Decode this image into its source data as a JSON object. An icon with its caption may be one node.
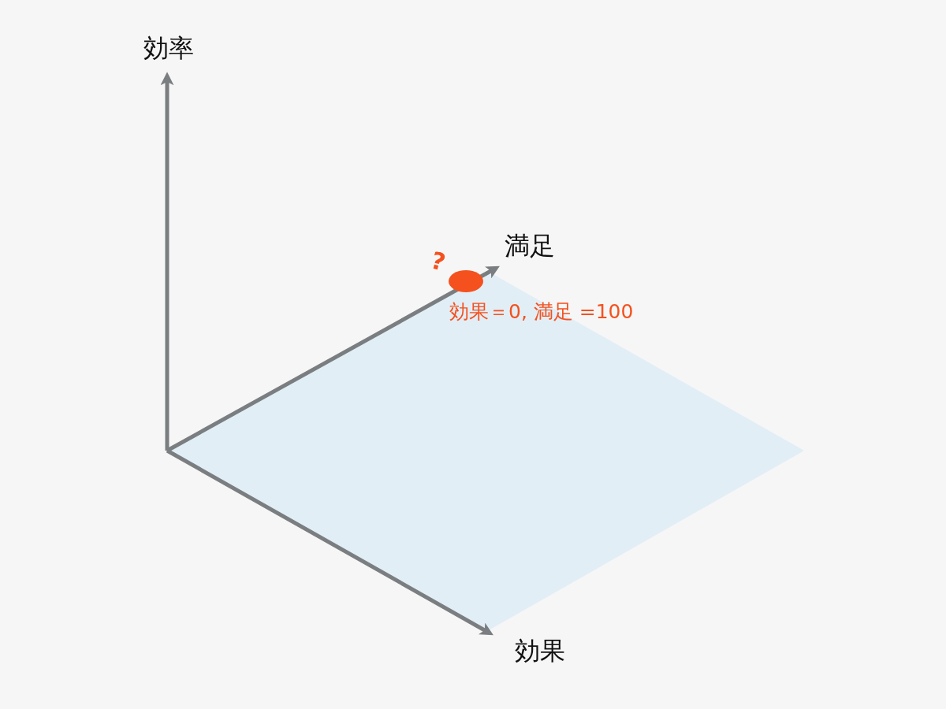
{
  "diagram": {
    "nodes": [
      {
        "text": [],
        "shape": "circle",
        "beside": [
          "?",
          "効果＝0, 満足 =100"
        ]
      }
    ],
    "labels": [
      "効率",
      "満足",
      "効果"
    ]
  }
}
